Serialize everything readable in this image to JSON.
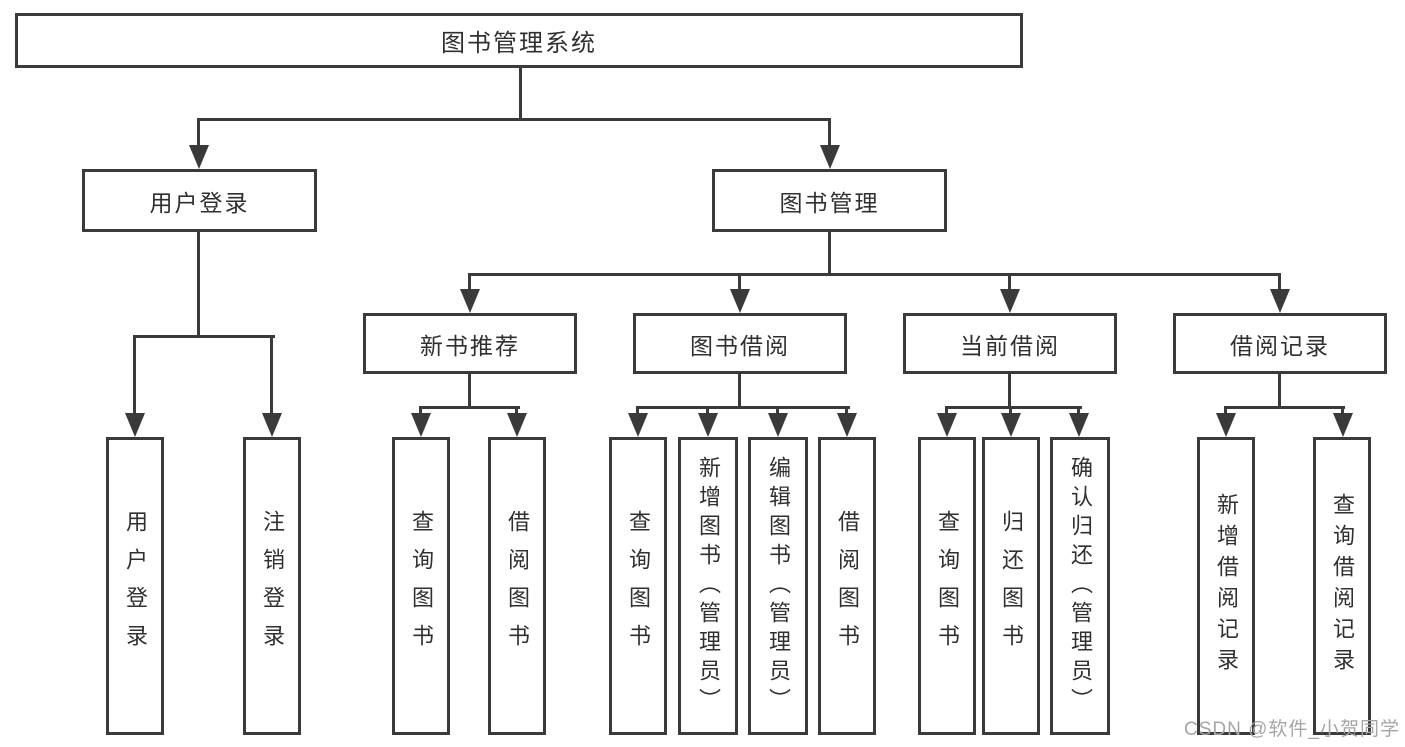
{
  "nodes": {
    "root": {
      "label": "图书管理系统"
    },
    "user_login": {
      "label": "用户登录"
    },
    "book_mgmt": {
      "label": "图书管理"
    },
    "new_book_rec": {
      "label": "新书推荐"
    },
    "book_borrow": {
      "label": "图书借阅"
    },
    "current_borrow": {
      "label": "当前借阅"
    },
    "borrow_records": {
      "label": "借阅记录"
    },
    "leaf_user_login": {
      "label": "用户登录"
    },
    "leaf_logout": {
      "label": "注销登录"
    },
    "leaf_query_book_1": {
      "label": "查询图书"
    },
    "leaf_borrow_book_1": {
      "label": "借阅图书"
    },
    "leaf_query_book_2": {
      "label": "查询图书"
    },
    "leaf_add_book": {
      "label": "新增图书（管理员）"
    },
    "leaf_edit_book": {
      "label": "编辑图书（管理员）"
    },
    "leaf_borrow_book_2": {
      "label": "借阅图书"
    },
    "leaf_query_book_3": {
      "label": "查询图书"
    },
    "leaf_return_book": {
      "label": "归还图书"
    },
    "leaf_confirm_return": {
      "label": "确认归还（管理员）"
    },
    "leaf_add_borrow_record": {
      "label": "新增借阅记录"
    },
    "leaf_query_borrow_record": {
      "label": "查询借阅记录"
    }
  },
  "watermark": {
    "text": "CSDN @软件_小贺同学"
  },
  "colors": {
    "line": "#3a3a3a",
    "text": "#303030",
    "box-bg": "#ffffff",
    "watermark": "#a6a6a6"
  }
}
